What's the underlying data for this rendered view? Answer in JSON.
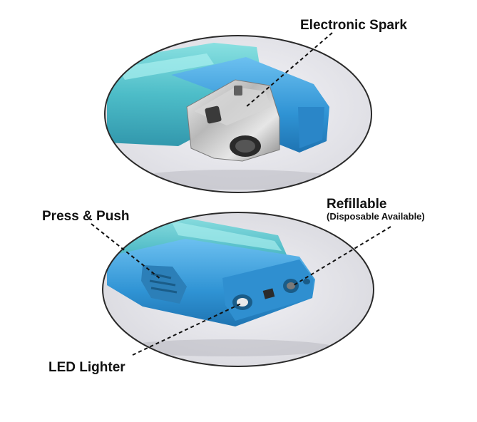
{
  "labels": {
    "electronic_spark": "Electronic Spark",
    "press_push": "Press & Push",
    "refillable": "Refillable",
    "disposable_available": "(Disposable Available)",
    "led_lighter": "LED Lighter"
  },
  "colors": {
    "background": "#ffffff",
    "label_text": "#111111",
    "oval_fill": "#e8e8ec",
    "oval_outline": "#2a2a2a",
    "lighter_blue": "#3b9ad6",
    "lighter_teal_transparent": "#4cc6c8",
    "metal_cap": "#c9c9c9"
  }
}
